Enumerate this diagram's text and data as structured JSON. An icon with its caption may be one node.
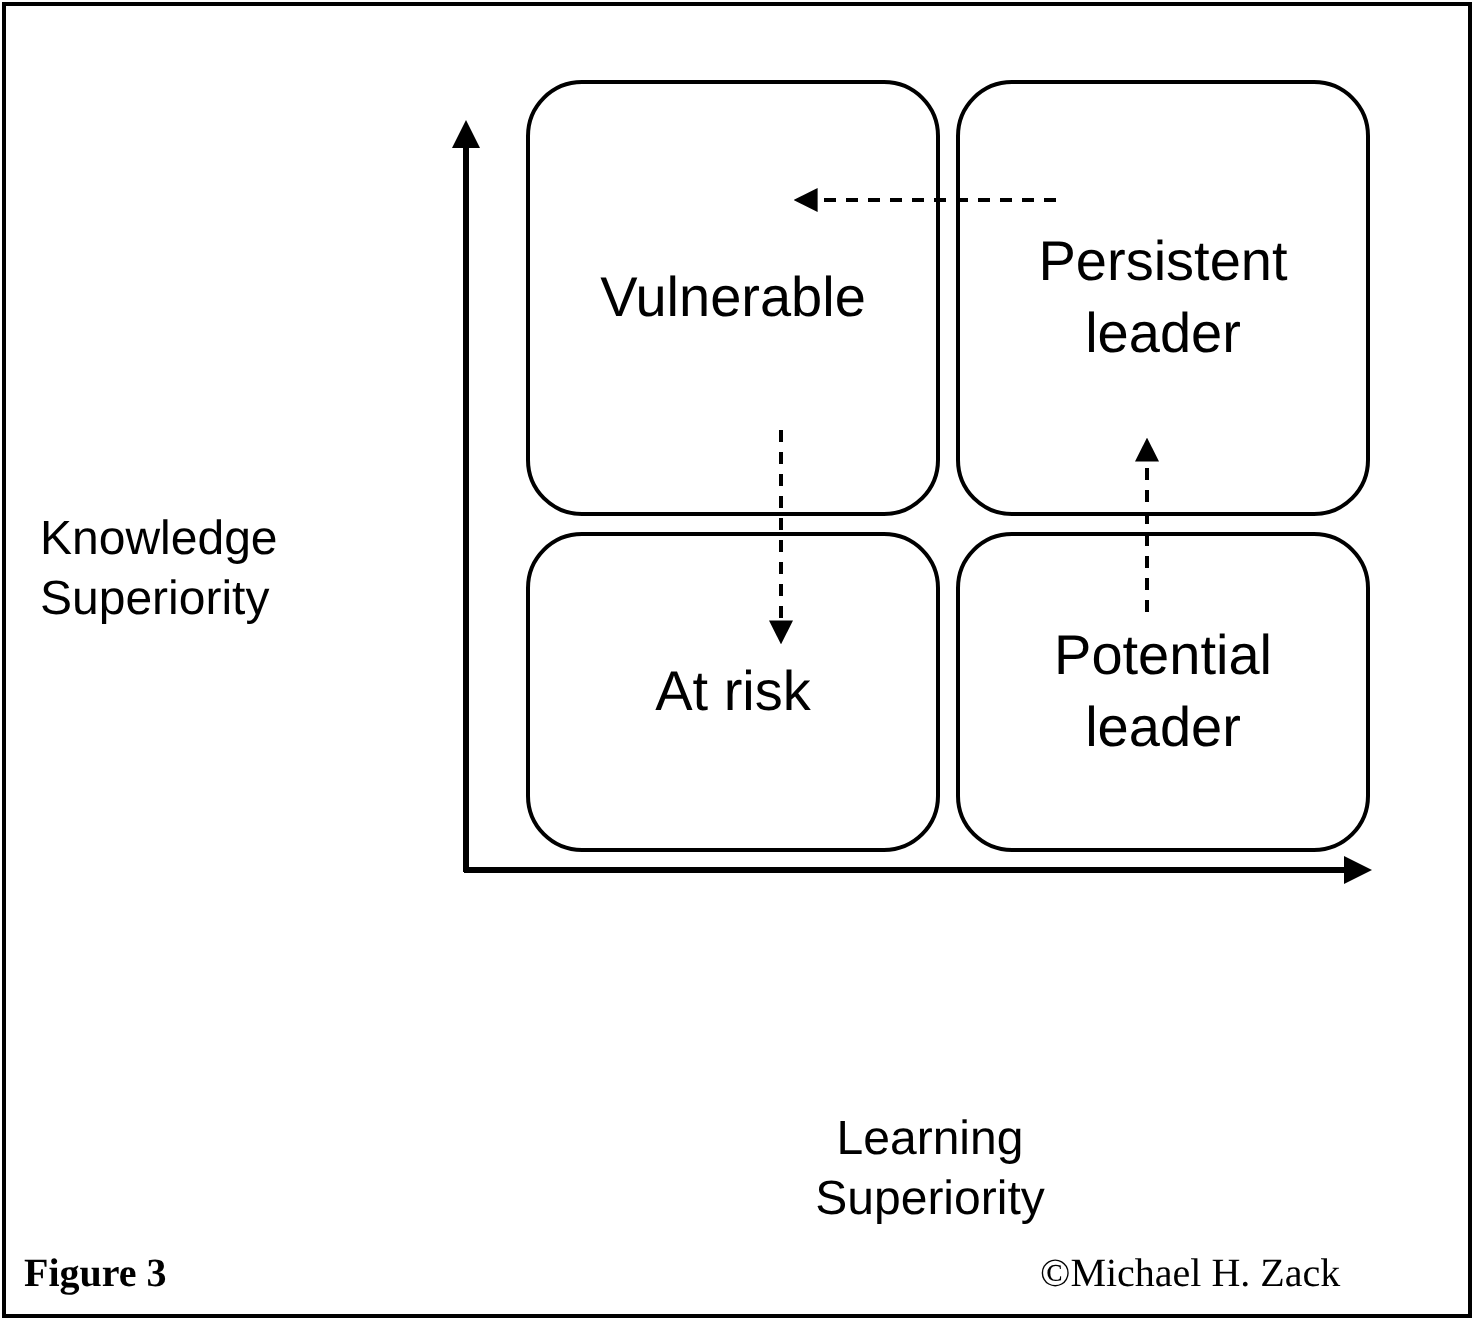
{
  "diagram": {
    "nodes": [
      {
        "text": [
          "Vulnerable"
        ]
      },
      {
        "text": [
          "Persistent leader"
        ]
      },
      {
        "text": [
          "At risk"
        ]
      },
      {
        "text": [
          "Potential leader"
        ]
      }
    ],
    "edges": [
      {
        "from": 1,
        "to": 0,
        "arrow": "to",
        "style": "dashed"
      },
      {
        "from": 0,
        "to": 2,
        "arrow": "to",
        "style": "dashed"
      },
      {
        "from": 3,
        "to": 1,
        "arrow": "to",
        "style": "dashed"
      }
    ],
    "labels": [
      "Knowledge Superiority",
      "Learning Superiority",
      "Figure 3",
      "©Michael H. Zack"
    ]
  }
}
